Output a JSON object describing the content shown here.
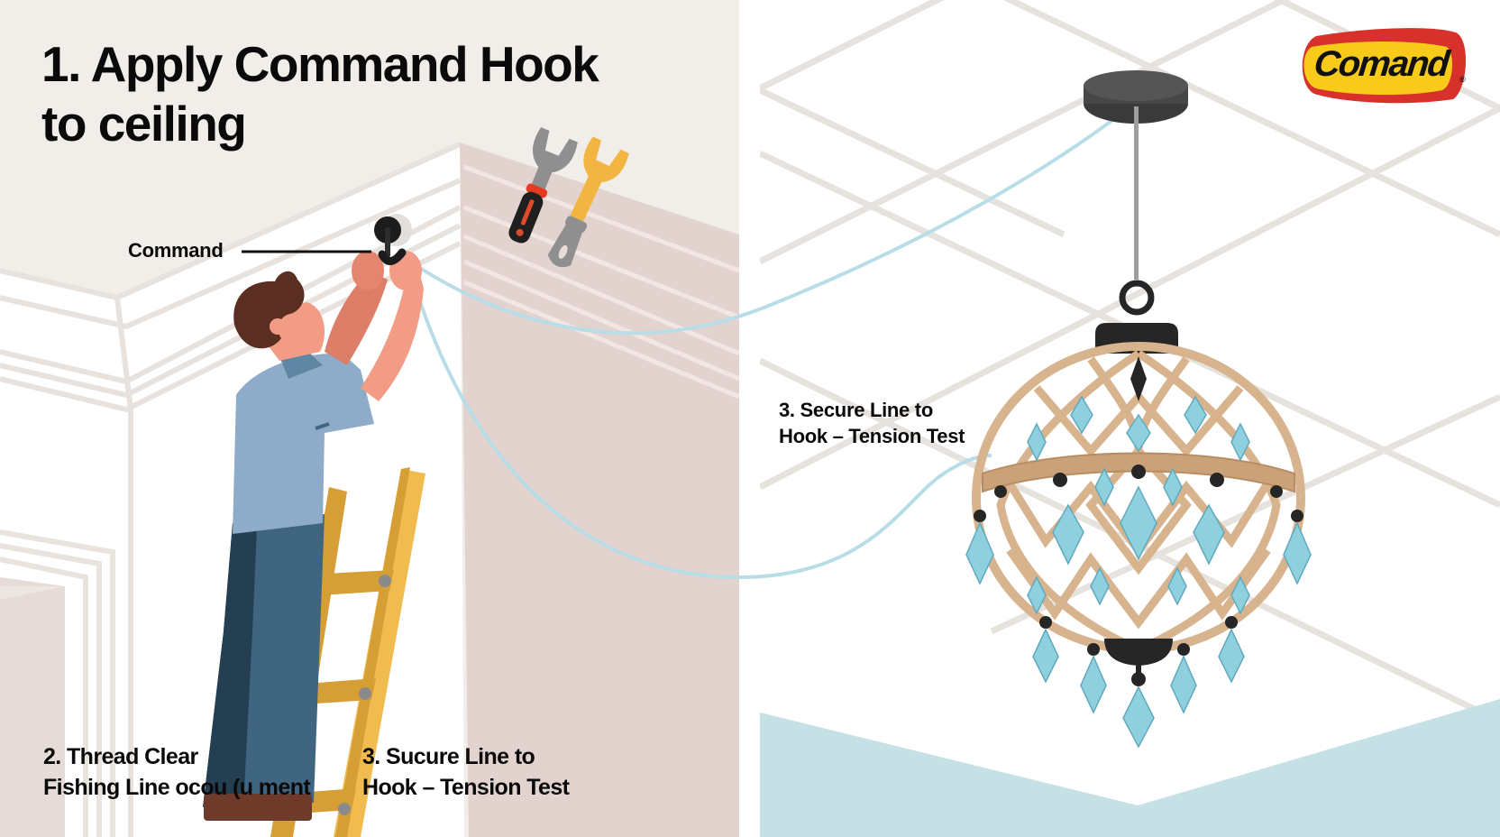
{
  "title": {
    "line1": "1. Apply Command Hook",
    "line2": "to ceiling"
  },
  "callout": {
    "hook_label": "Command"
  },
  "steps": {
    "step2": {
      "line1": "2. Thread Clear",
      "line2": "Fishing Line ocou (u ment"
    },
    "step3_left": {
      "line1": "3. Sucure Line to",
      "line2": "Hook – Tension Test"
    },
    "step3_right": {
      "line1": "3. Secure Line to",
      "line2": "Hook – Tension Test"
    }
  },
  "logo": {
    "brand": "Comand",
    "mark": "®"
  },
  "colors": {
    "left_bg": "#f1eeea",
    "pink_wall": "#e3d3cf",
    "ceiling_grid": "#e6e2dd",
    "fishing_line": "#b9dde6",
    "floor_blue": "#c5e1e6",
    "shirt": "#8eabc9",
    "pants": "#3f6580",
    "skin": "#f29c86",
    "hair": "#5a2f22",
    "ladder": "#f0bb4f",
    "chandelier_frame": "#d7b38e",
    "crystal": "#7cc2d3",
    "fixture_dark": "#262626",
    "logo_red": "#d8312b",
    "logo_yellow": "#f8cb1a"
  }
}
